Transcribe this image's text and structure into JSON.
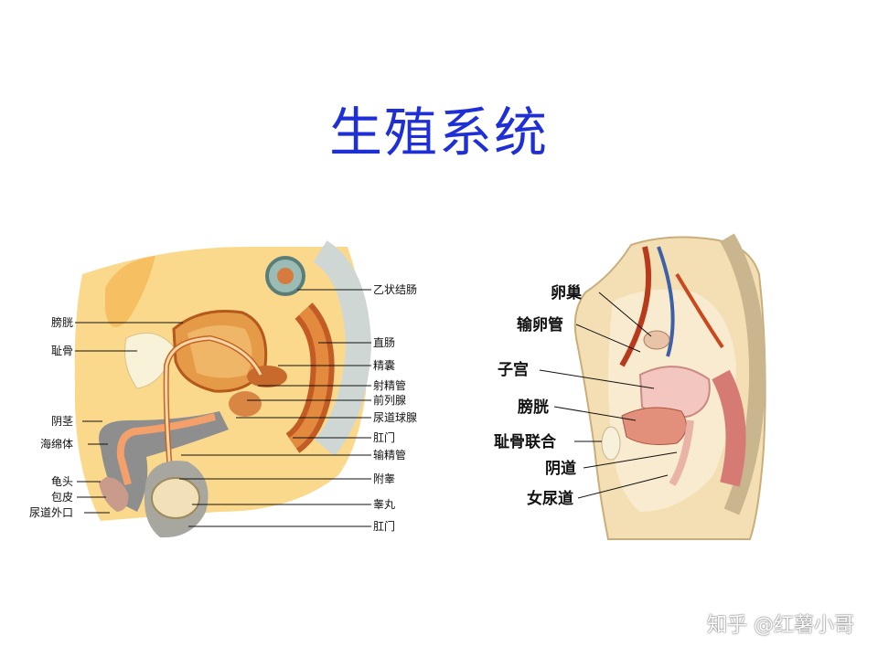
{
  "title": "生殖系统",
  "male_diagram": {
    "labels_left": [
      "膀胱",
      "耻骨",
      "阴茎",
      "海绵体",
      "龟头",
      "包皮",
      "尿道外口"
    ],
    "labels_right": [
      "乙状结肠",
      "直肠",
      "精囊",
      "射精管",
      "前列腺",
      "尿道球腺",
      "肛门",
      "输精管",
      "附睾",
      "睾丸",
      "肛门"
    ]
  },
  "female_diagram": {
    "labels": [
      "卵巢",
      "输卵管",
      "子宫",
      "膀胱",
      "耻骨联合",
      "阴道",
      "女尿道"
    ]
  },
  "watermark": "知乎 @红薯小哥"
}
